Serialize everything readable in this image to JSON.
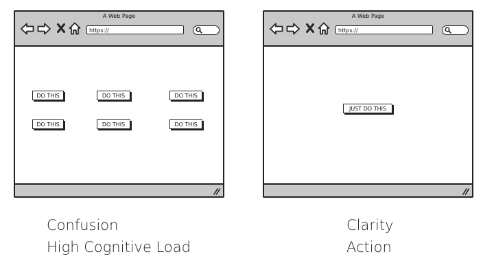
{
  "left_panel": {
    "window_title": "A Web Page",
    "url": "https://",
    "buttons": [
      "DO THIS",
      "DO THIS",
      "DO THIS",
      "DO THIS",
      "DO THIS",
      "DO THIS"
    ],
    "caption_lines": [
      "Confusion",
      "High Cognitive Load"
    ]
  },
  "right_panel": {
    "window_title": "A Web Page",
    "url": "https://",
    "button": "JUST DO THIS",
    "caption_lines": [
      "Clarity",
      "Action"
    ]
  },
  "icons": [
    "back-arrow-icon",
    "forward-arrow-icon",
    "close-x-icon",
    "home-icon",
    "search-icon",
    "resize-grip-icon"
  ],
  "colors": {
    "chrome_gray": "#c9c9c9",
    "outline": "#222222"
  }
}
